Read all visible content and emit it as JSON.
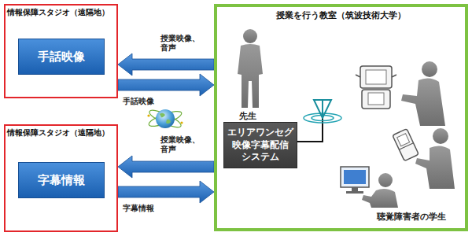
{
  "diagram": {
    "nodes": [
      {
        "text": [
          "情報保障スタジオ（遠隔地）"
        ]
      },
      {
        "text": [
          "手話映像"
        ],
        "in": 0
      },
      {
        "text": [
          "情報保障スタジオ（遠隔地）"
        ]
      },
      {
        "text": [
          "字幕情報"
        ],
        "in": 2
      },
      {
        "text": [
          "授業を行う教室（筑波技術大学）"
        ]
      },
      {
        "text": [
          "エリアワンセグ 映像字幕配信 システム"
        ],
        "in": 4
      }
    ],
    "edges": [
      {
        "from": 4,
        "to": 0,
        "label": "授業映像、音声",
        "arrow": "to"
      },
      {
        "from": 0,
        "to": 4,
        "label": "手話映像",
        "arrow": "to"
      },
      {
        "from": 4,
        "to": 2,
        "label": "授業映像、音声",
        "arrow": "to"
      },
      {
        "from": 2,
        "to": 4,
        "label": "字幕情報",
        "arrow": "to"
      }
    ],
    "labels": [
      "先生",
      "聴覚障害者の学生"
    ]
  }
}
